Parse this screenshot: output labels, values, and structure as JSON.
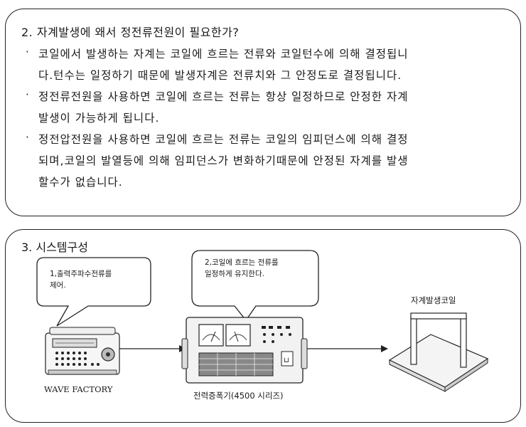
{
  "section2": {
    "title": "2. 자계발생에 왜서 정전류전원이 필요한가?",
    "bullet_symbol": "·",
    "bullets": [
      {
        "lines": [
          "코일에서 발생하는 자계는 코일에 흐르는 전류와 코일턴수에 의해 결정됩니",
          "다.턴수는 일정하기 때문에 발생자계은 전류치와 그 안정도로 결정됩니다."
        ]
      },
      {
        "lines": [
          "정전류전원을 사용하면 코일에 흐르는 전류는 항상 일정하므로 안정한 자계",
          "발생이 가능하게 됩니다."
        ]
      },
      {
        "lines": [
          "정전압전원을 사용하면 코일에 흐르는 전류는 코일의 임피던스에 의해 결정",
          "되며,코일의 발열등에 의해 임피던스가 변화하기때문에 안정된 자계를 발생",
          "할수가 없습니다."
        ]
      }
    ]
  },
  "section3": {
    "title": "3. 시스템구성",
    "callout1": {
      "line1": "1,출력주파수전류를",
      "line2": "제어."
    },
    "callout2": {
      "line1": "2,코일에 흐르는 전류를",
      "line2": "일정하게 유지한다."
    },
    "label_wave_factory": "WAVE FACTORY",
    "label_amplifier": "전력증폭기(4500 시리즈)",
    "label_coil": "자계발생코일"
  }
}
